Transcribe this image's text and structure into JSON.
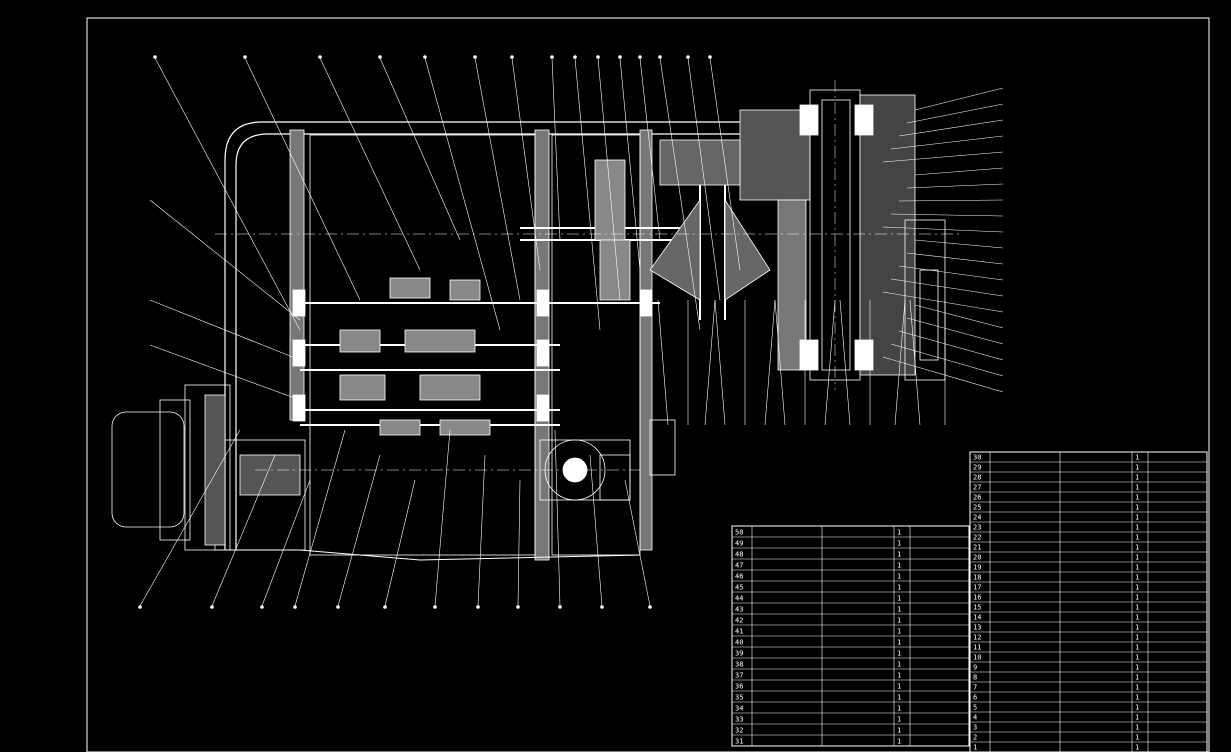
{
  "drawing": {
    "background": "#000000",
    "line_color": "#ffffff",
    "section_hatch_color": "#cccccc"
  },
  "bill_of_materials": {
    "right_table": {
      "rows": [
        [
          "30",
          "",
          "",
          "1",
          ""
        ],
        [
          "29",
          "",
          "",
          "1",
          ""
        ],
        [
          "28",
          "",
          "",
          "1",
          ""
        ],
        [
          "27",
          "",
          "",
          "1",
          ""
        ],
        [
          "26",
          "",
          "",
          "1",
          ""
        ],
        [
          "25",
          "",
          "",
          "1",
          ""
        ],
        [
          "24",
          "",
          "",
          "1",
          ""
        ],
        [
          "23",
          "",
          "",
          "1",
          ""
        ],
        [
          "22",
          "",
          "",
          "1",
          ""
        ],
        [
          "21",
          "",
          "",
          "1",
          ""
        ],
        [
          "20",
          "",
          "",
          "1",
          ""
        ],
        [
          "19",
          "",
          "",
          "1",
          ""
        ],
        [
          "18",
          "",
          "",
          "1",
          ""
        ],
        [
          "17",
          "",
          "",
          "1",
          ""
        ],
        [
          "16",
          "",
          "",
          "1",
          ""
        ],
        [
          "15",
          "",
          "",
          "1",
          ""
        ],
        [
          "14",
          "",
          "",
          "1",
          ""
        ],
        [
          "13",
          "",
          "",
          "1",
          ""
        ],
        [
          "12",
          "",
          "",
          "1",
          ""
        ],
        [
          "11",
          "",
          "",
          "1",
          ""
        ],
        [
          "10",
          "",
          "",
          "1",
          ""
        ],
        [
          "9",
          "",
          "",
          "1",
          ""
        ],
        [
          "8",
          "",
          "",
          "1",
          ""
        ],
        [
          "7",
          "",
          "",
          "1",
          ""
        ],
        [
          "6",
          "",
          "",
          "1",
          ""
        ],
        [
          "5",
          "",
          "",
          "1",
          ""
        ],
        [
          "4",
          "",
          "",
          "1",
          ""
        ],
        [
          "3",
          "",
          "",
          "1",
          ""
        ],
        [
          "2",
          "",
          "",
          "1",
          ""
        ],
        [
          "1",
          "",
          "",
          "1",
          ""
        ]
      ]
    },
    "left_table": {
      "rows": [
        [
          "50",
          "",
          "",
          "1",
          ""
        ],
        [
          "49",
          "",
          "",
          "1",
          ""
        ],
        [
          "48",
          "",
          "",
          "1",
          ""
        ],
        [
          "47",
          "",
          "",
          "1",
          ""
        ],
        [
          "46",
          "",
          "",
          "1",
          ""
        ],
        [
          "45",
          "",
          "",
          "1",
          ""
        ],
        [
          "44",
          "",
          "",
          "1",
          ""
        ],
        [
          "43",
          "",
          "",
          "1",
          ""
        ],
        [
          "42",
          "",
          "",
          "1",
          ""
        ],
        [
          "41",
          "",
          "",
          "1",
          ""
        ],
        [
          "40",
          "",
          "",
          "1",
          ""
        ],
        [
          "39",
          "",
          "",
          "1",
          ""
        ],
        [
          "38",
          "",
          "",
          "1",
          ""
        ],
        [
          "37",
          "",
          "",
          "1",
          ""
        ],
        [
          "36",
          "",
          "",
          "1",
          ""
        ],
        [
          "35",
          "",
          "",
          "1",
          ""
        ],
        [
          "34",
          "",
          "",
          "1",
          ""
        ],
        [
          "33",
          "",
          "",
          "1",
          ""
        ],
        [
          "32",
          "",
          "",
          "1",
          ""
        ],
        [
          "31",
          "",
          "",
          "1",
          ""
        ]
      ]
    }
  }
}
